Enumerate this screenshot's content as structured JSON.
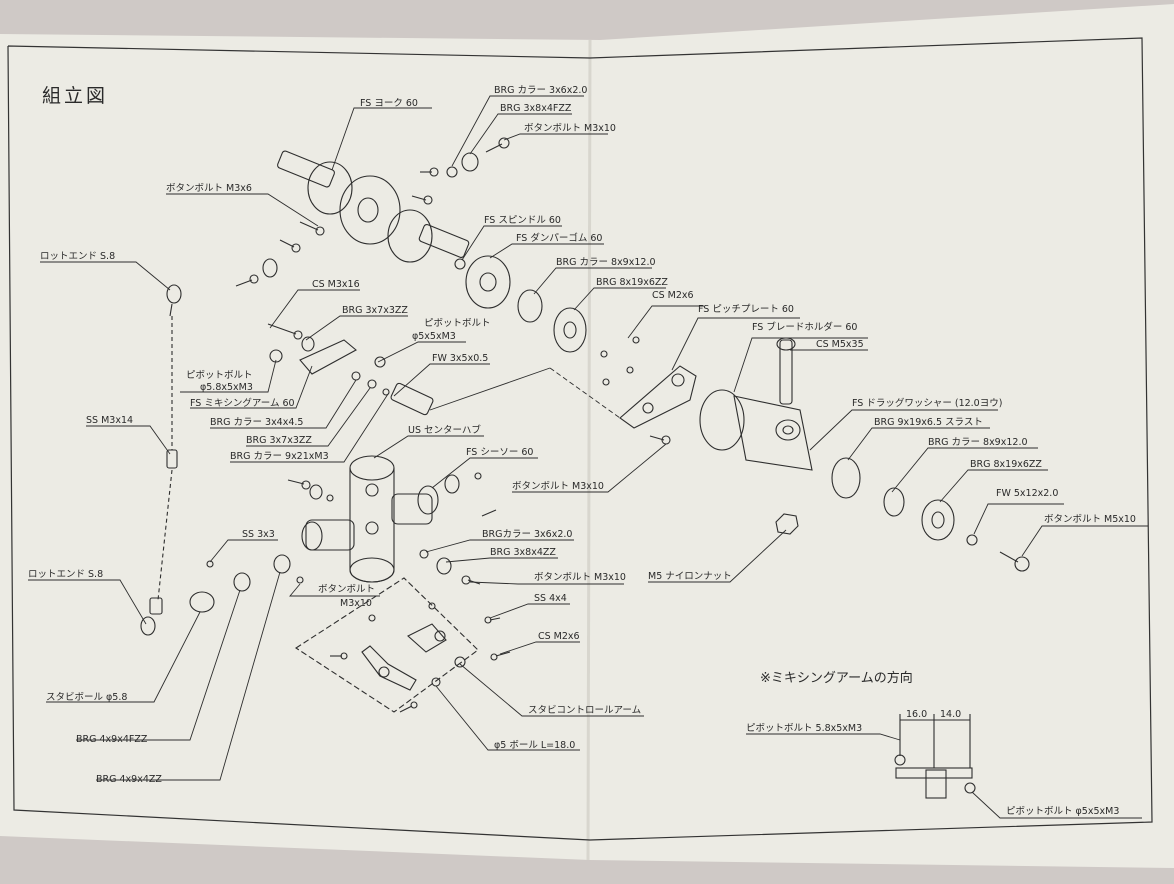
{
  "sheet": {
    "title": "組立図",
    "paper_color": "#edeae3",
    "ink_color": "#2e2e2e"
  },
  "labels": {
    "fs_yoke": "FS ヨーク 60",
    "brg_collar_top": "BRG カラー 3x6x2.0",
    "brg_3x8_top": "BRG 3x8x4FZZ",
    "button_bolt_top": "ボタンボルト M3x10",
    "button_bolt_m3x6": "ボタンボルト M3x6",
    "rod_end_top": "ロットエンド S.8",
    "cs_m3x16": "CS M3x16",
    "brg_3x7_a": "BRG 3x7x3ZZ",
    "pivot_bolt_mid": "ピボットボルト",
    "pivot_bolt_mid_size": "φ5x5xM3",
    "pivot_bolt_left": "ピボットボルト",
    "pivot_bolt_left_size": "φ5.8x5xM3",
    "fs_mixing_arm": "FS ミキシングアーム 60",
    "brg_collar_3x4": "BRG カラー 3x4x4.5",
    "brg_3x7_b": "BRG 3x7x3ZZ",
    "brg_collar_9x21": "BRG カラー 9x21xM3",
    "fw_3x5": "FW 3x5x0.5",
    "ss_m3x14": "SS M3x14",
    "fs_spindle": "FS スピンドル 60",
    "fs_damper": "FS ダンパーゴム 60",
    "brg_collar_8x9": "BRG カラー 8x9x12.0",
    "brg_8x19_a": "BRG 8x19x6ZZ",
    "cs_m2x6_top": "CS M2x6",
    "fs_pitch_plate": "FS ピッチプレート 60",
    "fs_blade_holder": "FS ブレードホルダー 60",
    "cs_m5x35": "CS M5x35",
    "fs_drag_washer": "FS ドラッグワッシャー (12.0ヨウ)",
    "brg_thrust": "BRG 9x19x6.5 スラスト",
    "brg_collar_8x9_b": "BRG カラー 8x9x12.0",
    "brg_8x19_b": "BRG 8x19x6ZZ",
    "fw_5x12": "FW 5x12x2.0",
    "button_bolt_m5": "ボタンボルト M5x10",
    "m5_nut": "M5 ナイロンナット",
    "button_bolt_pitch": "ボタンボルト M3x10",
    "us_center_hub": "US センターハブ",
    "fs_seesaw": "FS シーソー 60",
    "brg_collar_mid": "BRGカラー 3x6x2.0",
    "brg_3x8_mid": "BRG 3x8x4ZZ",
    "button_bolt_mid": "ボタンボルト M3x10",
    "button_bolt_hub": "ボタンボルト",
    "button_bolt_hub_size": "M3x10",
    "ss_3x3": "SS 3x3",
    "rod_end_bottom": "ロットエンド S.8",
    "stabi_ball": "スタビボール φ5.8",
    "brg_4x9_fzz": "BRG 4x9x4FZZ",
    "brg_4x9_zz": "BRG 4x9x4ZZ",
    "ss_4x4": "SS 4x4",
    "cs_m2x6_bottom": "CS M2x6",
    "stabi_control_arm": "スタビコントロールアーム",
    "ball_5": "φ5 ボール L=18.0"
  },
  "inset": {
    "title": "※ミキシングアームの方向",
    "dim_left": "16.0",
    "dim_right": "14.0",
    "pivot_top": "ピボットボルト 5.8x5xM3",
    "pivot_bottom": "ピボットボルト φ5x5xM3"
  }
}
